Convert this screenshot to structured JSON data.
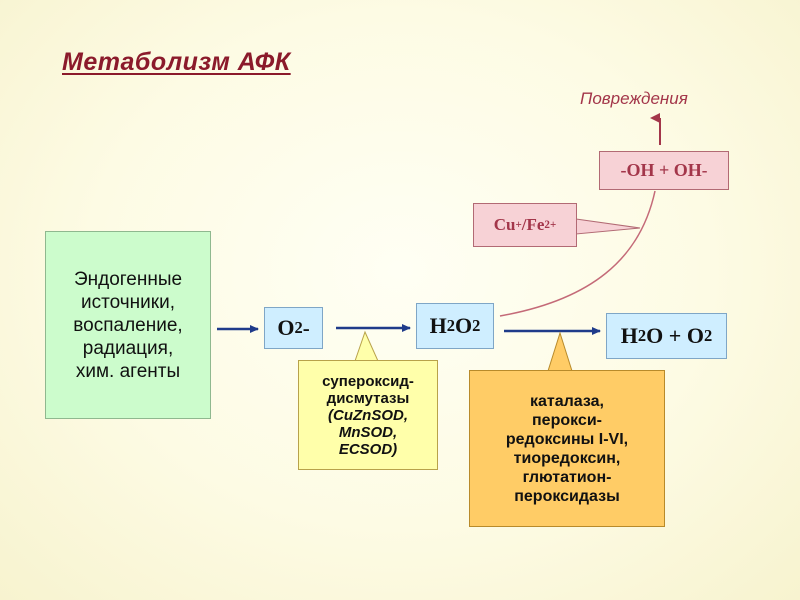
{
  "title": "Метаболизм АФК",
  "damage_label": "Повреждения",
  "sources_lines": [
    "Эндогенные",
    "источники,",
    "воспаление,",
    "радиация,",
    "хим. агенты"
  ],
  "o2": {
    "base": "O",
    "sub": "2",
    "sup": "-"
  },
  "h2o2": {
    "a": "H",
    "a_sub": "2",
    "b": "O",
    "b_sub": "2"
  },
  "products": {
    "a": "H",
    "a_sub": "2",
    "b": "O + O",
    "b_sub": "2"
  },
  "hydroxyl": {
    "text": "-OH + OH",
    "sup": "-"
  },
  "metals": {
    "a": "Cu",
    "a_sup": "+",
    "b": "/Fe",
    "b_sup": "2+"
  },
  "sod": {
    "line1": "супероксид-",
    "line2": "дисмутазы",
    "line3": "(CuZnSOD,",
    "line4": "MnSOD,",
    "line5": "ECSOD)"
  },
  "catalase": {
    "line1": "каталаза,",
    "line2": "перокси-",
    "line3": "редоксины I-VI,",
    "line4": "тиоредоксин,",
    "line5": "глютатион-",
    "line6": "пероксидазы"
  },
  "colors": {
    "title": "#8b1a2b",
    "arrows": "#1f3b8a",
    "damage": "#a3364a",
    "green_box": "#ccfccc",
    "blue_box": "#cfeeff",
    "pink_box": "#f7d2d6",
    "yellow_box": "#ffffaa",
    "orange_box": "#ffcc66"
  }
}
